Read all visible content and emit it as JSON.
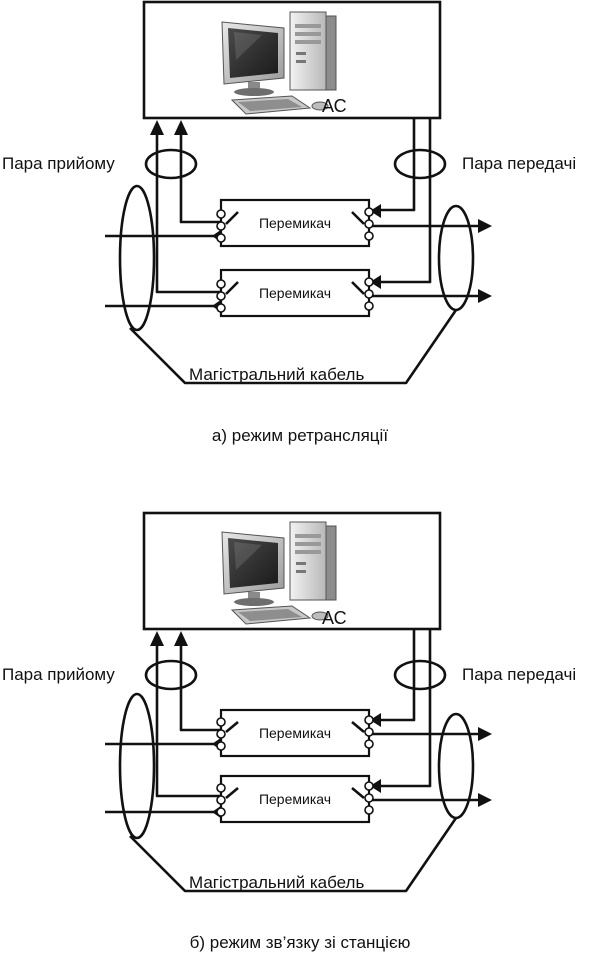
{
  "panels": [
    {
      "station_label": "АС",
      "receive_pair_label": "Пара прийому",
      "transmit_pair_label": "Пара передачі",
      "switch_labels": [
        "Перемикач",
        "Перемикач"
      ],
      "trunk_cable_label": "Магістральний кабель",
      "caption": "а) режим ретрансляції",
      "mode": "relay"
    },
    {
      "station_label": "АС",
      "receive_pair_label": "Пара прийому",
      "transmit_pair_label": "Пара передачі",
      "switch_labels": [
        "Перемикач",
        "Перемикач"
      ],
      "trunk_cable_label": "Магістральний кабель",
      "caption": "б) режим зв’язку зі станцією",
      "mode": "station"
    }
  ],
  "icons": [
    "computer-icon"
  ]
}
